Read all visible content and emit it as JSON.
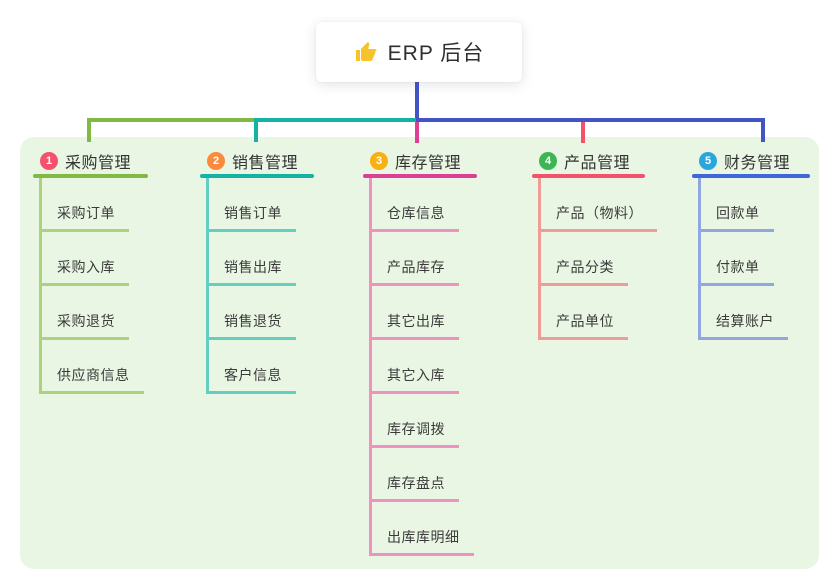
{
  "root": {
    "label": "ERP 后台",
    "icon": "thumbs-up-icon",
    "icon_color": "#f7c32b",
    "line_color": "#4355c5"
  },
  "colors": {
    "canvas_bg": "#ffffff",
    "panel_bg": "#e9f6e3"
  },
  "branches": [
    {
      "key": "purchase",
      "index": "1",
      "label": "采购管理",
      "badge_color": "#f4516c",
      "line_color": "#82b944",
      "child_line_color": "#abd37e",
      "children": [
        "采购订单",
        "采购入库",
        "采购退货",
        "供应商信息"
      ]
    },
    {
      "key": "sales",
      "index": "2",
      "label": "销售管理",
      "badge_color": "#fb8a3e",
      "line_color": "#13b2a2",
      "child_line_color": "#63cfc3",
      "children": [
        "销售订单",
        "销售出库",
        "销售退货",
        "客户信息"
      ]
    },
    {
      "key": "inventory",
      "index": "3",
      "label": "库存管理",
      "badge_color": "#f9b013",
      "line_color": "#dd3f95",
      "child_line_color": "#ef92c2",
      "children": [
        "仓库信息",
        "产品库存",
        "其它出库",
        "其它入库",
        "库存调拨",
        "库存盘点",
        "出库库明细"
      ]
    },
    {
      "key": "product",
      "index": "4",
      "label": "产品管理",
      "badge_color": "#3db554",
      "line_color": "#f4526b",
      "child_line_color": "#f09b96",
      "children": [
        "产品（物料）",
        "产品分类",
        "产品单位"
      ]
    },
    {
      "key": "finance",
      "index": "5",
      "label": "财务管理",
      "badge_color": "#2aa6df",
      "line_color": "#3e68d9",
      "child_line_color": "#91a7e3",
      "children": [
        "回款单",
        "付款单",
        "结算账户"
      ]
    }
  ]
}
